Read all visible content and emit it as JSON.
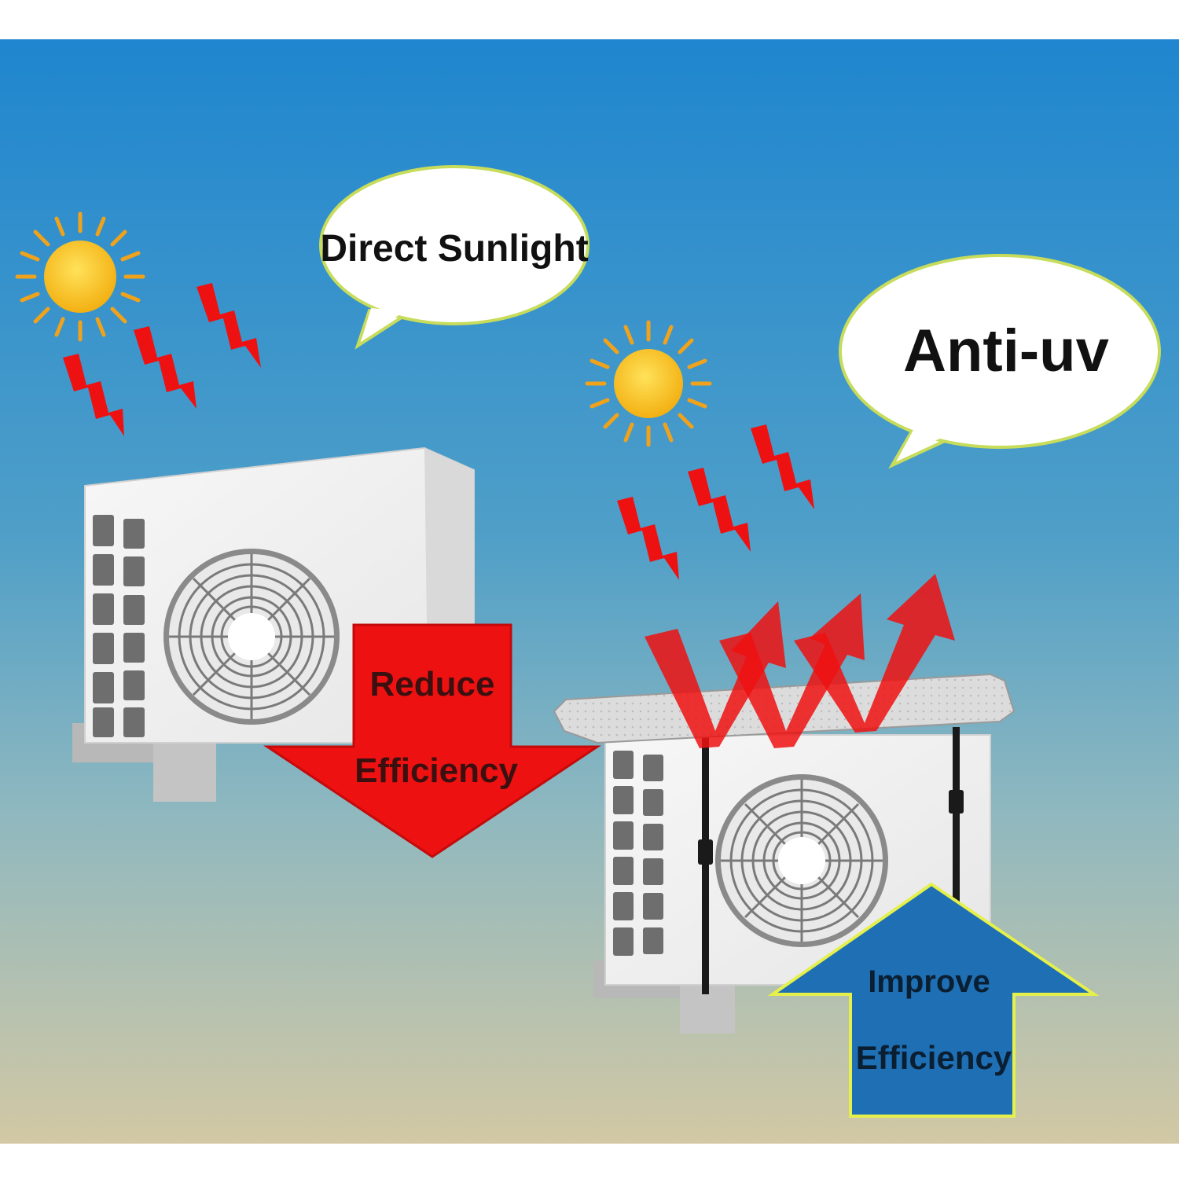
{
  "bubbles": {
    "direct_sunlight": "Direct Sunlight",
    "anti_uv": "Anti-uv"
  },
  "arrows": {
    "reduce_line1": "Reduce",
    "reduce_line2": "Efficiency",
    "improve_line1": "Improve",
    "improve_line2": "Efficiency"
  },
  "colors": {
    "sky_top": "#1f86cf",
    "sky_mid": "#5aa8c9",
    "ground": "#cfc7a6",
    "heat_red": "#ee1111",
    "sun_yellow": "#f7c21a",
    "improve_blue": "#1f6fb4",
    "improve_border": "#e5f04a"
  },
  "icons": [
    "sun-icon",
    "heat-wave-icon",
    "fan-icon",
    "reflect-arrow-icon",
    "down-arrow-icon",
    "up-arrow-icon"
  ]
}
